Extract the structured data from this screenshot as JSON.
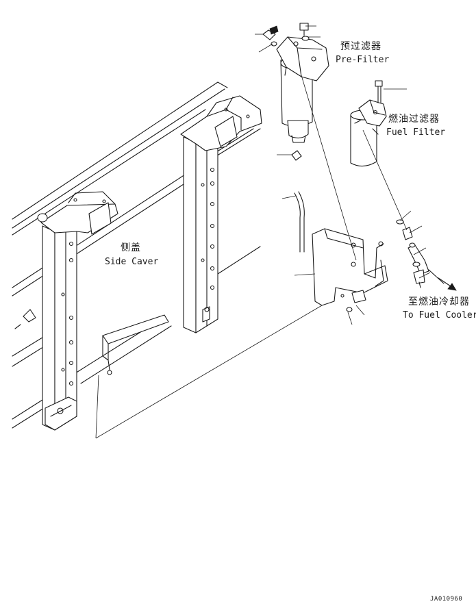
{
  "labels": {
    "pre_filter_zh": "预过滤器",
    "pre_filter_en": "Pre-Filter",
    "fuel_filter_zh": "燃油过滤器",
    "fuel_filter_en": "Fuel Filter",
    "side_cover_zh": "侧盖",
    "side_cover_en": "Side Caver",
    "to_cooler_zh": "至燃油冷却器",
    "to_cooler_en": "To Fuel Cooler"
  },
  "drawing_code": "JA010960"
}
